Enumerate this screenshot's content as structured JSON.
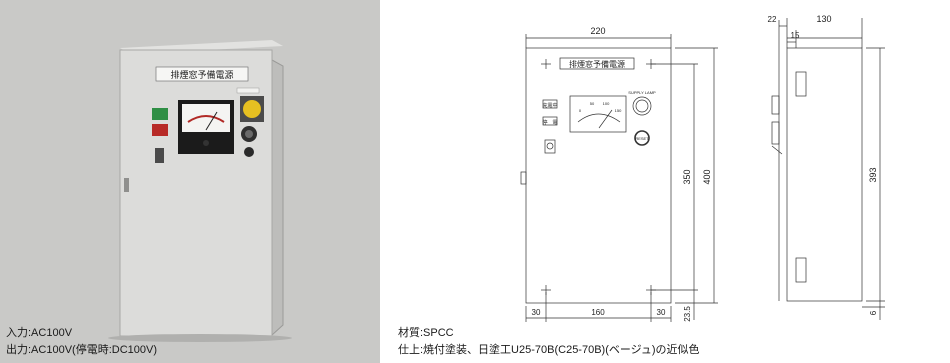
{
  "photo": {
    "panel_label": "排煙窓予備電源",
    "caption_input": "入力:AC100V",
    "caption_output": "出力:AC100V(停電時:DC100V)"
  },
  "drawing": {
    "front": {
      "width_label": "220",
      "height_label_outer": "400",
      "height_label_inner": "350",
      "panel_label": "排煙窓予備電源",
      "bottom_left": "30",
      "bottom_center": "160",
      "bottom_right": "30",
      "bottom_offset": "23.5",
      "indicator_1": "充電中",
      "indicator_2": "停　電",
      "lamp_label": "SUPPLY LAMP",
      "button_label": "RESET",
      "meter_marks": [
        "0",
        "50",
        "100",
        "150"
      ]
    },
    "side": {
      "depth_label": "130",
      "offset_22": "22",
      "offset_15": "15",
      "height_label": "393",
      "foot_label": "6"
    },
    "caption_material": "材質:SPCC",
    "caption_finish": "仕上:焼付塗装、日塗工U25-70B(C25-70B)(ベージュ)の近似色"
  }
}
